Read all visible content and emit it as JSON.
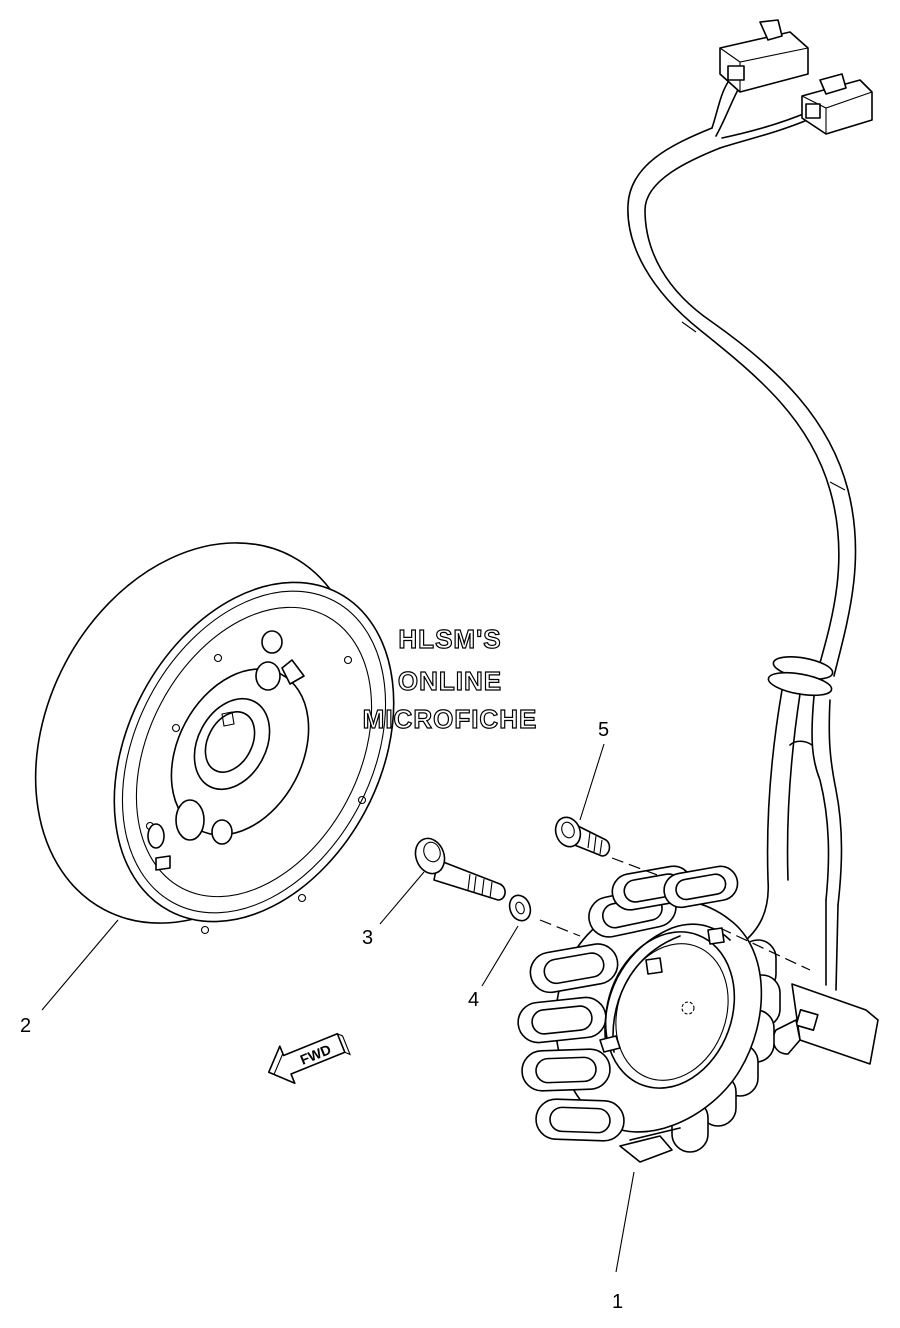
{
  "watermark": {
    "line1": "HLSM'S",
    "line2": "ONLINE",
    "line3": "MICROFICHE"
  },
  "direction_label": "FWD",
  "callouts": [
    {
      "number": "1"
    },
    {
      "number": "2"
    },
    {
      "number": "3"
    },
    {
      "number": "4"
    },
    {
      "number": "5"
    }
  ]
}
